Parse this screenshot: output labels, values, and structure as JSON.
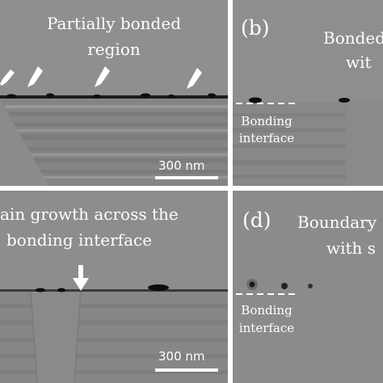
{
  "panels": {
    "a": {
      "caption_line1": "Partially bonded",
      "caption_line2": "region",
      "scale_bar": "300 nm"
    },
    "b": {
      "label": "(b)",
      "caption_line1": "Bonded",
      "caption_line2": "wit",
      "interface_line1": "Bonding",
      "interface_line2": "interface"
    },
    "c": {
      "caption_line1": "ain growth across the",
      "caption_line2": "bonding interface",
      "scale_bar": "300 nm"
    },
    "d": {
      "label": "(d)",
      "caption_line1": "Boundary",
      "caption_line2": "with s",
      "interface_line1": "Bonding",
      "interface_line2": "interface"
    }
  },
  "colors": {
    "background": "#8e8e8e",
    "text": "#ffffff",
    "interface_line": "#1c1c1c",
    "void": "#0d0d0d"
  },
  "icons": [
    "arrow-down-icon",
    "arrow-down-left-icon"
  ]
}
